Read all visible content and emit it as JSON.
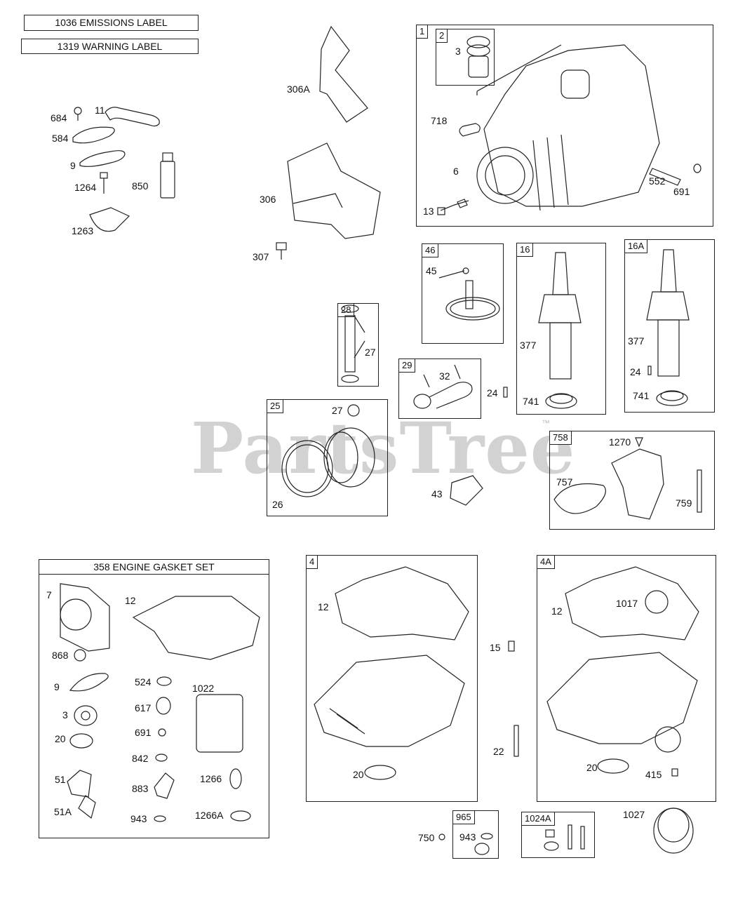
{
  "watermark": {
    "text": "PartsTree",
    "tm": "™"
  },
  "labels_top": {
    "emissions": "1036 EMISSIONS LABEL",
    "warning": "1319 WARNING LABEL"
  },
  "parts_misc": [
    "684",
    "11",
    "584",
    "9",
    "1264",
    "850",
    "1263",
    "306A",
    "306",
    "307"
  ],
  "group1": {
    "num": "1",
    "inner": "2",
    "parts": [
      "3",
      "718",
      "6",
      "13",
      "552",
      "691"
    ]
  },
  "group46": {
    "num": "46",
    "parts": [
      "45"
    ]
  },
  "group16": {
    "num": "16",
    "parts": [
      "377",
      "741"
    ]
  },
  "group16a": {
    "num": "16A",
    "parts": [
      "377",
      "24",
      "741"
    ]
  },
  "group28": {
    "num": "28",
    "parts": [
      "27"
    ]
  },
  "group29": {
    "num": "29",
    "parts": [
      "32"
    ]
  },
  "loose": {
    "p24": "24",
    "p43": "43",
    "p15": "15",
    "p22": "22",
    "p750": "750",
    "p1027": "1027"
  },
  "group25": {
    "num": "25",
    "parts": [
      "27",
      "26"
    ]
  },
  "group758": {
    "num": "758",
    "parts": [
      "1270",
      "757",
      "759"
    ]
  },
  "gasket": {
    "title": "358 ENGINE GASKET SET",
    "parts": [
      "7",
      "12",
      "868",
      "9",
      "524",
      "1022",
      "617",
      "3",
      "691",
      "20",
      "842",
      "51",
      "1266",
      "883",
      "51A",
      "943",
      "1266A"
    ]
  },
  "group4": {
    "num": "4",
    "parts": [
      "12",
      "20"
    ]
  },
  "group4a": {
    "num": "4A",
    "parts": [
      "12",
      "1017",
      "20",
      "415"
    ]
  },
  "group965": {
    "num": "965",
    "parts": [
      "943"
    ]
  },
  "group1024a": {
    "num": "1024A"
  }
}
